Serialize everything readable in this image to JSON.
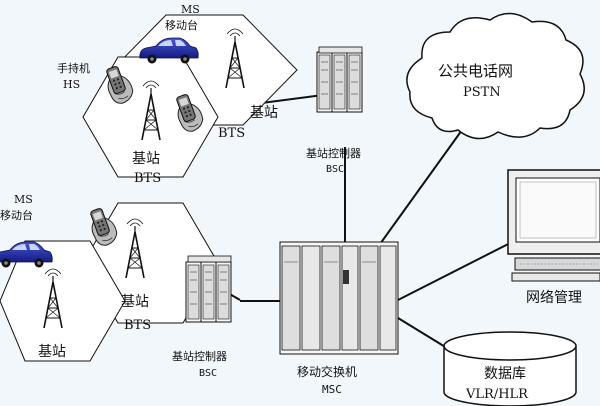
{
  "cells": {
    "top_left": {
      "name": "基站",
      "code": "BTS"
    },
    "top_right": {
      "name": "基站",
      "code": "BTS"
    },
    "bottom_left": {
      "name": "基站"
    },
    "bottom_right": {
      "name": "基站",
      "code": "BTS"
    }
  },
  "mobile_top": {
    "code": "MS",
    "name": "移动台"
  },
  "mobile_left": {
    "code": "MS",
    "name": "移动台"
  },
  "handset": {
    "name": "手持机",
    "code": "HS"
  },
  "bsc_top": {
    "name": "基站控制器",
    "code": "BSC"
  },
  "bsc_bottom": {
    "name": "基站控制器",
    "code": "BSC"
  },
  "msc": {
    "name": "移动交换机",
    "code": "MSC"
  },
  "pstn": {
    "name": "公共电话网",
    "code": "PSTN"
  },
  "nms": {
    "name": "网络管理"
  },
  "db": {
    "name": "数据库",
    "code": "VLR/HLR"
  },
  "colors": {
    "line": "#111111",
    "car": "#1f2ca8",
    "cell_fill": "#ffffff",
    "rack": "#f4f4f4"
  }
}
